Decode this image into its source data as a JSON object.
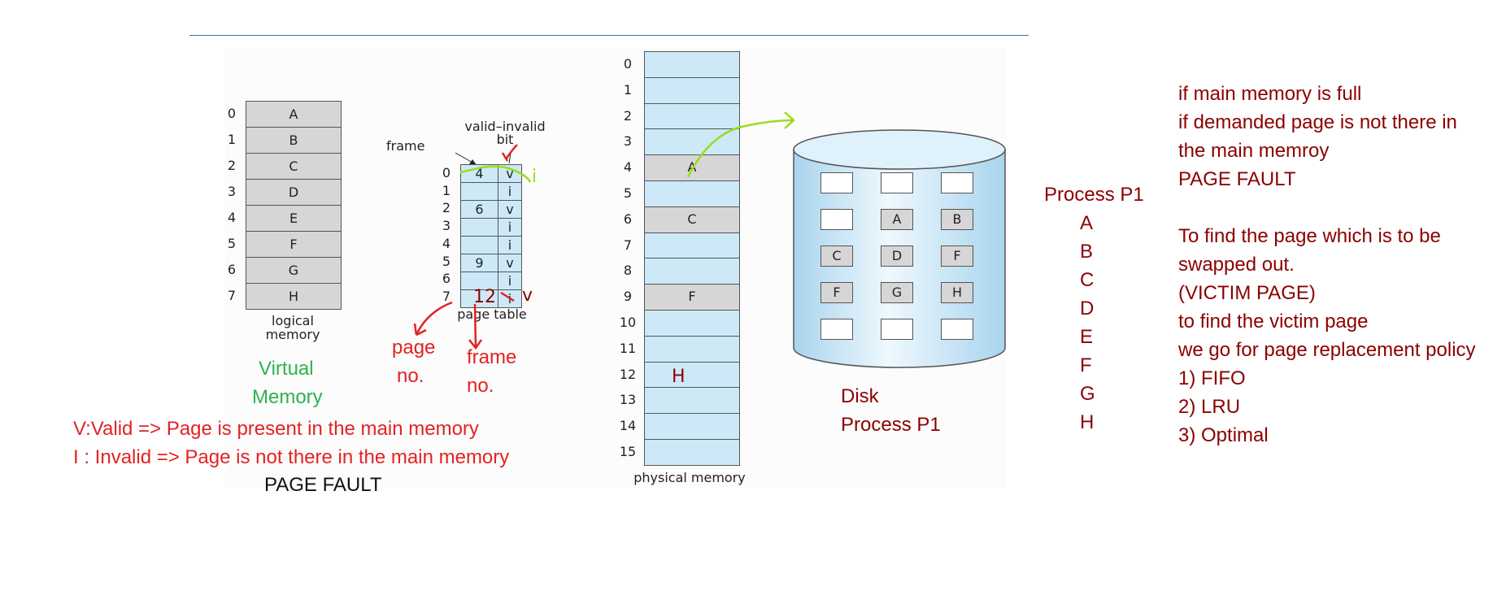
{
  "logical_memory": {
    "indices": [
      "0",
      "1",
      "2",
      "3",
      "4",
      "5",
      "6",
      "7"
    ],
    "pages": [
      "A",
      "B",
      "C",
      "D",
      "E",
      "F",
      "G",
      "H"
    ],
    "caption_line1": "logical",
    "caption_line2": "memory"
  },
  "page_table": {
    "indices": [
      "0",
      "1",
      "2",
      "3",
      "4",
      "5",
      "6",
      "7"
    ],
    "frames": [
      "4",
      "",
      "6",
      "",
      "",
      "9",
      "",
      ""
    ],
    "bits": [
      "v",
      "i",
      "v",
      "i",
      "i",
      "v",
      "i",
      "i"
    ],
    "frame_label": "frame",
    "valid_invalid_line1": "valid–invalid",
    "valid_invalid_line2": "bit",
    "caption": "page table"
  },
  "physical_memory": {
    "indices": [
      "0",
      "1",
      "2",
      "3",
      "4",
      "5",
      "6",
      "7",
      "8",
      "9",
      "10",
      "11",
      "12",
      "13",
      "14",
      "15"
    ],
    "contents": [
      "",
      "",
      "",
      "",
      "A",
      "",
      "C",
      "",
      "",
      "F",
      "",
      "",
      "",
      "",
      "",
      ""
    ],
    "caption": "physical memory"
  },
  "disk": {
    "grid": [
      [
        "",
        "",
        ""
      ],
      [
        "",
        "A",
        "B"
      ],
      [
        "C",
        "D",
        "F"
      ],
      [
        "F",
        "G",
        "H"
      ],
      [
        "",
        "",
        ""
      ]
    ]
  },
  "annotations": {
    "virtual_memory_line1": "Virtual",
    "virtual_memory_line2": "Memory",
    "page_no_line1": "page",
    "page_no_line2": "no.",
    "frame_no_line1": "frame",
    "frame_no_line2": "no.",
    "frame_12": "12",
    "bit_v": "v",
    "bit_i": "i",
    "frame_h": "H",
    "valid_def": "V:Valid => Page is present in the main memory",
    "invalid_def": "I : Invalid => Page is not there in the main memory",
    "page_fault": "PAGE FAULT",
    "disk_line1": "Disk",
    "disk_line2": "Process P1"
  },
  "process_list": {
    "title": "Process P1",
    "pages": [
      "A",
      "B",
      "C",
      "D",
      "E",
      "F",
      "G",
      "H"
    ]
  },
  "notes": [
    "if main memory is full",
    "if demanded page is not there in",
    "the main memroy",
    "PAGE FAULT",
    "",
    "To find the page which is to be",
    "swapped out.",
    "(VICTIM PAGE)",
    "to find the victim page",
    "we go for page replacement policy",
    "1) FIFO",
    "2) LRU",
    "3) Optimal"
  ],
  "colors": {
    "page_gray": "#d6d6d6",
    "frame_blue": "#cde9f8",
    "annotation_red": "#e32222",
    "annotation_green": "#2db34a",
    "note_darkred": "#8b0000",
    "arrow_lime": "#9bdc1e"
  }
}
